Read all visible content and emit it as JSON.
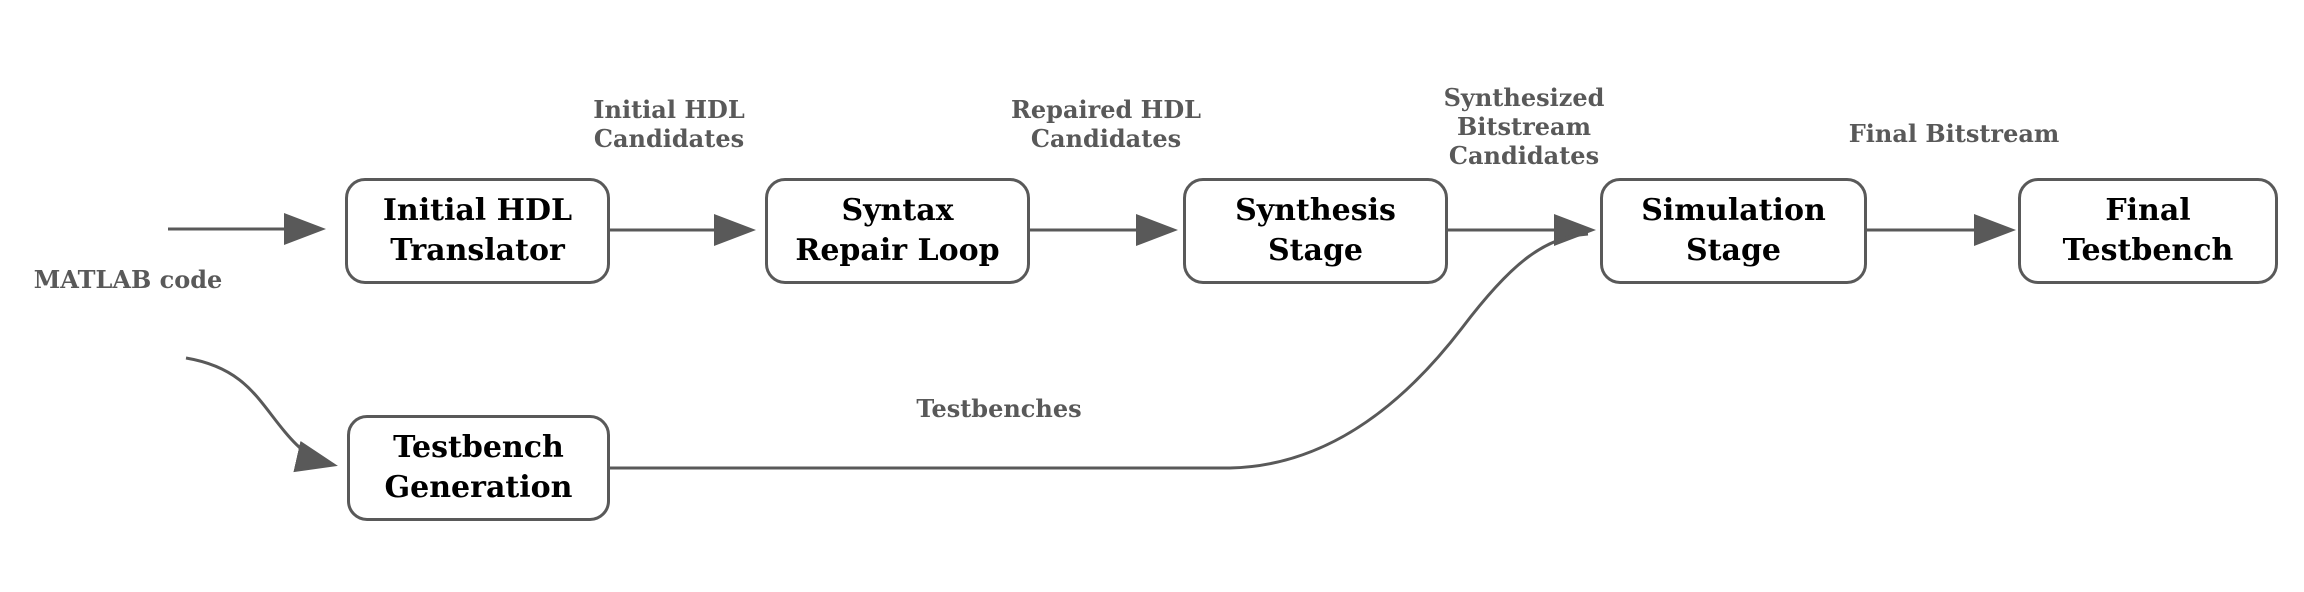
{
  "diagram": {
    "colors": {
      "background": "#ffffff",
      "box_border": "#595959",
      "box_fill": "#ffffff",
      "box_text": "#000000",
      "label_text": "#595959",
      "line": "#595959"
    },
    "nodes": [
      {
        "id": "initial-hdl-translator",
        "label": [
          "Initial HDL",
          "Translator"
        ]
      },
      {
        "id": "syntax-repair-loop",
        "label": [
          "Syntax",
          "Repair Loop"
        ]
      },
      {
        "id": "synthesis-stage",
        "label": [
          "Synthesis",
          "Stage"
        ]
      },
      {
        "id": "simulation-stage",
        "label": [
          "Simulation",
          "Stage"
        ]
      },
      {
        "id": "final-testbench",
        "label": [
          "Final",
          "Testbench"
        ]
      },
      {
        "id": "testbench-generation",
        "label": [
          "Testbench",
          "Generation"
        ]
      }
    ],
    "edge_labels": [
      {
        "id": "matlab-code",
        "text": "MATLAB code"
      },
      {
        "id": "initial-hdl-candidates",
        "text": [
          "Initial HDL",
          "Candidates"
        ]
      },
      {
        "id": "repaired-hdl-candidates",
        "text": [
          "Repaired HDL",
          "Candidates"
        ]
      },
      {
        "id": "synthesized-bitstream-candidates",
        "text": [
          "Synthesized",
          "Bitstream",
          "Candidates"
        ]
      },
      {
        "id": "final-bitstream",
        "text": "Final Bitstream"
      },
      {
        "id": "testbenches",
        "text": "Testbenches"
      }
    ],
    "edges": [
      {
        "from": "matlab-code",
        "to": "initial-hdl-translator"
      },
      {
        "from": "initial-hdl-translator",
        "to": "syntax-repair-loop",
        "label": "Initial HDL Candidates"
      },
      {
        "from": "syntax-repair-loop",
        "to": "synthesis-stage",
        "label": "Repaired HDL Candidates"
      },
      {
        "from": "synthesis-stage",
        "to": "simulation-stage",
        "label": "Synthesized Bitstream Candidates"
      },
      {
        "from": "simulation-stage",
        "to": "final-testbench",
        "label": "Final Bitstream"
      },
      {
        "from": "matlab-code",
        "to": "testbench-generation"
      },
      {
        "from": "testbench-generation",
        "to": "simulation-stage",
        "label": "Testbenches"
      }
    ]
  }
}
